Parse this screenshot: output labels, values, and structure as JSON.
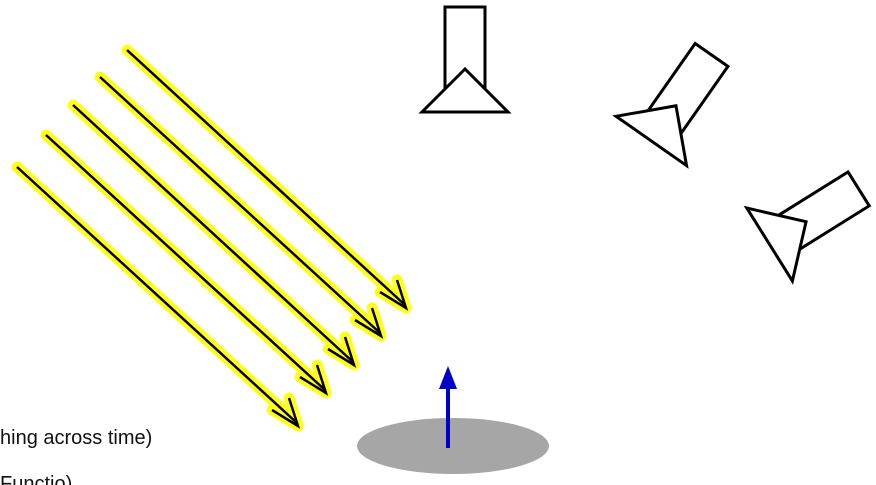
{
  "captions": {
    "line1": "hing across time)",
    "line2": "Functio)"
  },
  "colors": {
    "background": "#ffffff",
    "ray_glow": "#ffff1a",
    "ray_core": "#000000",
    "camera_stroke": "#000000",
    "normal_arrow": "#0000c8",
    "surface_patch": "#a6a6a6"
  },
  "icons": {
    "light": "parallel-light-rays",
    "camera": "camera-icon",
    "normal": "surface-normal-arrow",
    "surface": "surface-patch"
  },
  "counts": {
    "light_rays": 5,
    "cameras": 3
  }
}
